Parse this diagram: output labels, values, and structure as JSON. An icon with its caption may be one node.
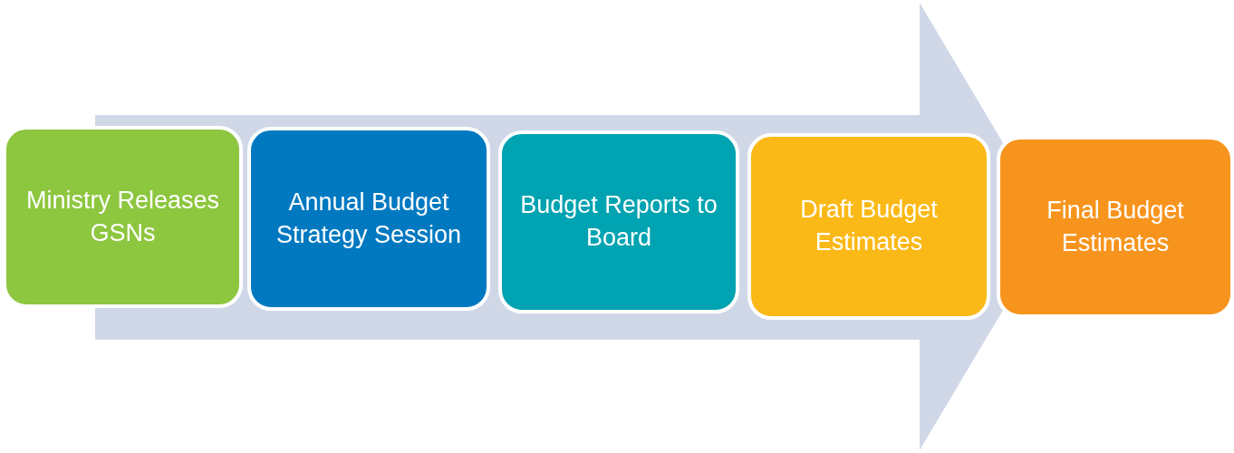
{
  "diagram": {
    "nodes": [
      {
        "text": [
          "Ministry Releases GSNs"
        ]
      },
      {
        "text": [
          "Annual Budget Strategy Session"
        ]
      },
      {
        "text": [
          "Budget Reports to Board"
        ]
      },
      {
        "text": [
          "Draft Budget Estimates"
        ]
      },
      {
        "text": [
          "Final Budget Estimates"
        ]
      }
    ]
  }
}
